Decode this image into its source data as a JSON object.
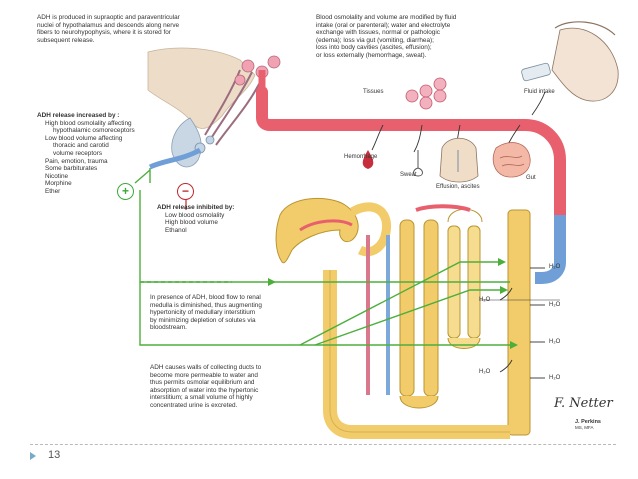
{
  "slide": {
    "page_number": "13"
  },
  "text_blocks": {
    "adh_origin": [
      "ADH is produced in supraoptic and paraventricular",
      "nuclei of hypothalamus and descends along nerve",
      "fibers to neurohypophysis, where it is stored for",
      "subsequent release."
    ],
    "osmolality": [
      "Blood osmolality and volume are modified by fluid",
      "intake (oral or parenteral); water and electrolyte",
      "exchange with tissues, normal or pathologic",
      "(edema); loss via gut (vomiting, diarrhea);",
      "loss into body cavities (ascites, effusion);",
      "or loss externally (hemorrhage, sweat)."
    ],
    "increased_heading": "ADH release increased by :",
    "increased_items": [
      {
        "text": "High blood osmolality affecting",
        "level": 1
      },
      {
        "text": "hypothalamic osmoreceptors",
        "level": 2
      },
      {
        "text": "Low blood volume affecting",
        "level": 1
      },
      {
        "text": "thoracic and carotid",
        "level": 2
      },
      {
        "text": "volume receptors",
        "level": 2
      },
      {
        "text": "Pain, emotion, trauma",
        "level": 1
      },
      {
        "text": "Some barbiturates",
        "level": 1
      },
      {
        "text": "Nicotine",
        "level": 1
      },
      {
        "text": "Morphine",
        "level": 1
      },
      {
        "text": "Ether",
        "level": 1
      }
    ],
    "inhibited_heading": "ADH release inhibited by:",
    "inhibited_items": [
      "Low blood osmolality",
      "High blood volume",
      "Ethanol"
    ],
    "medulla": [
      "In presence of ADH, blood flow to renal",
      "medulla is diminished, thus augmenting",
      "hypertonicity of medullary interstitium",
      "by minimizing depletion of solutes via",
      "bloodstream."
    ],
    "collecting_ducts": [
      "ADH causes walls of collecting ducts to",
      "become more permeable to water and",
      "thus permits osmolar equilibrium and",
      "absorption of water into the hypertonic",
      "interstitium; a small volume of highly",
      "concentrated urine is excreted."
    ]
  },
  "labels": {
    "tissues": "Tissues",
    "fluid_intake": "Fluid intake",
    "hemorrhage": "Hemorrhage",
    "sweat": "Sweat",
    "effusion": "Effusion, ascites",
    "gut": "Gut",
    "plus": "+",
    "minus": "−",
    "h2o": "H₂O"
  },
  "signature": {
    "mark": "F. Netter",
    "name": "J. Perkins",
    "credential": "MS, MFA"
  },
  "colors": {
    "artery": "#e8606e",
    "vein": "#6f9fd6",
    "tubule": "#f2cc6a",
    "stimulus_line": "#4caf3c",
    "inhibition_line": "#c0272d"
  }
}
